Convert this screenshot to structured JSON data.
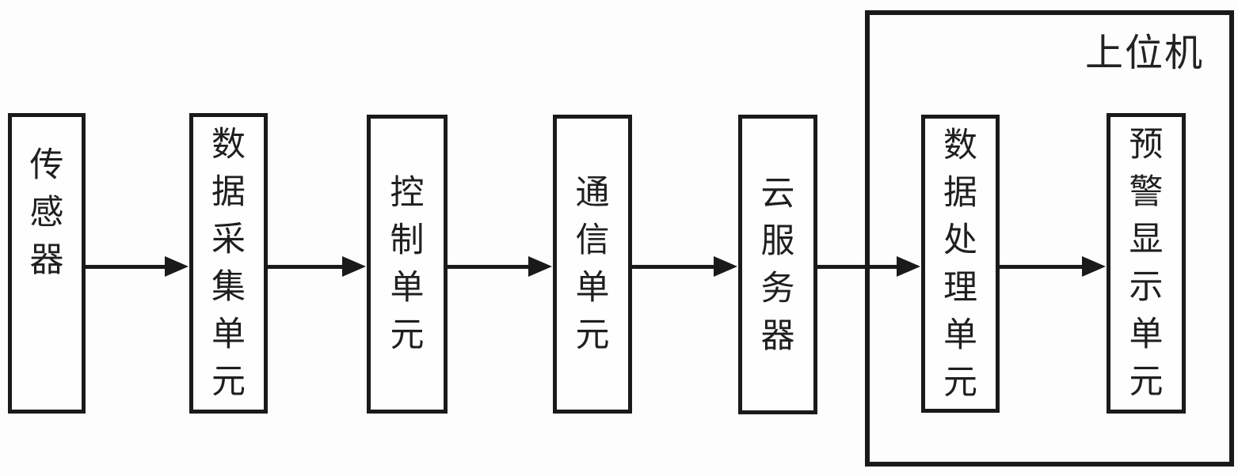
{
  "diagram": {
    "type": "flow",
    "direction": "left-to-right",
    "group": {
      "label": "上位机",
      "contains": [
        "data-processing-unit",
        "warning-display-unit"
      ]
    },
    "nodes": [
      {
        "id": "sensor",
        "label": "传感器"
      },
      {
        "id": "data-acquisition-unit",
        "label": "数据采集单元"
      },
      {
        "id": "control-unit",
        "label": "控制单元"
      },
      {
        "id": "communication-unit",
        "label": "通信单元"
      },
      {
        "id": "cloud-server",
        "label": "云服务器"
      },
      {
        "id": "data-processing-unit",
        "label": "数据处理单元"
      },
      {
        "id": "warning-display-unit",
        "label": "预警显示单元"
      }
    ],
    "edges": [
      {
        "from": "sensor",
        "to": "data-acquisition-unit"
      },
      {
        "from": "data-acquisition-unit",
        "to": "control-unit"
      },
      {
        "from": "control-unit",
        "to": "communication-unit"
      },
      {
        "from": "communication-unit",
        "to": "cloud-server"
      },
      {
        "from": "cloud-server",
        "to": "data-processing-unit"
      },
      {
        "from": "data-processing-unit",
        "to": "warning-display-unit"
      }
    ],
    "colors": {
      "line": "#1a1a1a",
      "box_fill": "#fefefe",
      "background": "#fdfdfd"
    }
  }
}
